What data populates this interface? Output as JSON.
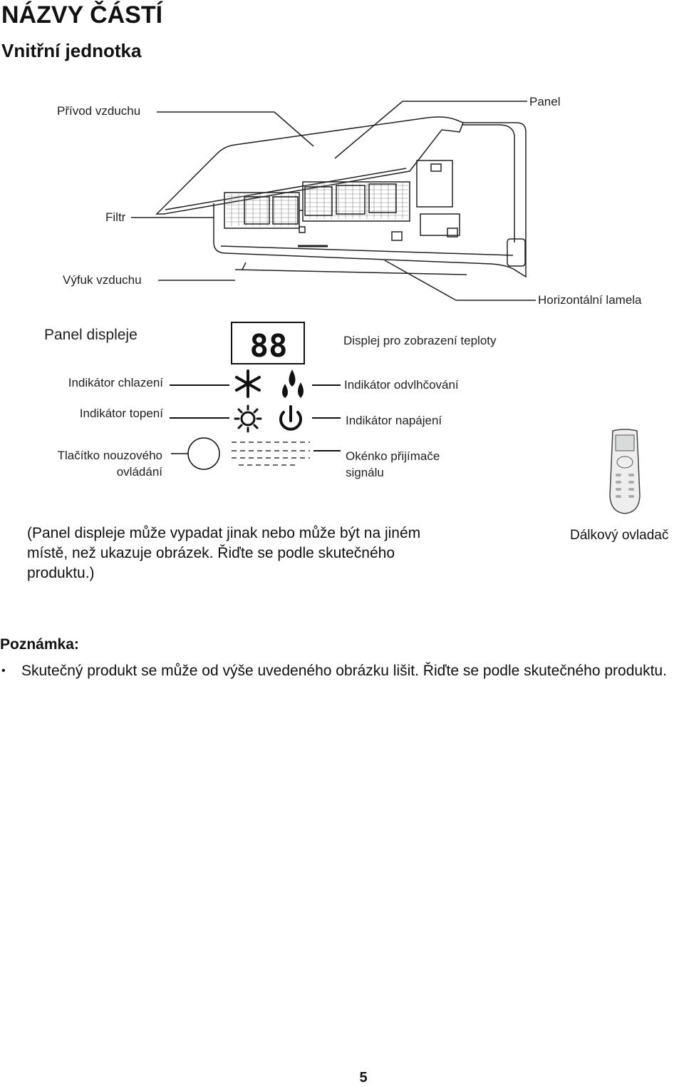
{
  "heading": "NÁZVY ČÁSTÍ",
  "subheading": "Vnitřní jednotka",
  "unit_labels": {
    "air_intake": "Přívod vzduchu",
    "panel": "Panel",
    "filter": "Filtr",
    "air_outlet": "Výfuk vzduchu",
    "horizontal_louver": "Horizontální lamela"
  },
  "display_panel": {
    "title": "Panel displeje",
    "temp_display": "Displej pro zobrazení teploty",
    "temp_digits": "88",
    "cooling_indicator": "Indikátor chlazení",
    "dehumidify_indicator": "Indikátor odvlhčování",
    "heating_indicator": "Indikátor topení",
    "power_indicator": "Indikátor napájení",
    "emergency_button_line1": "Tlačítko nouzového",
    "emergency_button_line2": "ovládání",
    "receiver_window_line1": "Okénko přijímače",
    "receiver_window_line2": "signálu"
  },
  "panel_note": "(Panel displeje může vypadat jinak nebo může být na jiném místě, než ukazuje obrázek. Řiďte se podle skutečného produktu.)",
  "remote_label": "Dálkový ovladač",
  "note": {
    "title": "Poznámka:",
    "bullet": "•",
    "text": "Skutečný produkt se může od výše uvedeného obrázku lišit. Řiďte se podle skutečného produktu."
  },
  "page_number": "5",
  "colors": {
    "ink": "#111111",
    "lines": "#222222",
    "filter_mesh": "#888888"
  }
}
